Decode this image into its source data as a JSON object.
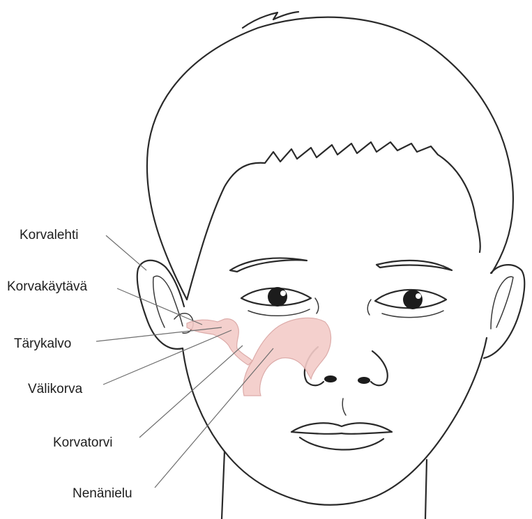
{
  "colors": {
    "ink": "#2a2a2a",
    "anatomy_fill": "#f3cbc8",
    "leader_line": "#6e6e6e",
    "background": "#ffffff"
  },
  "labels": {
    "korvalehti": "Korvalehti",
    "korvakaytava": "Korvakäytävä",
    "tarykalvo": "Tärykalvo",
    "valikorva": "Välikorva",
    "korvatorvi": "Korvatorvi",
    "nenanielu": "Nenänielu"
  }
}
